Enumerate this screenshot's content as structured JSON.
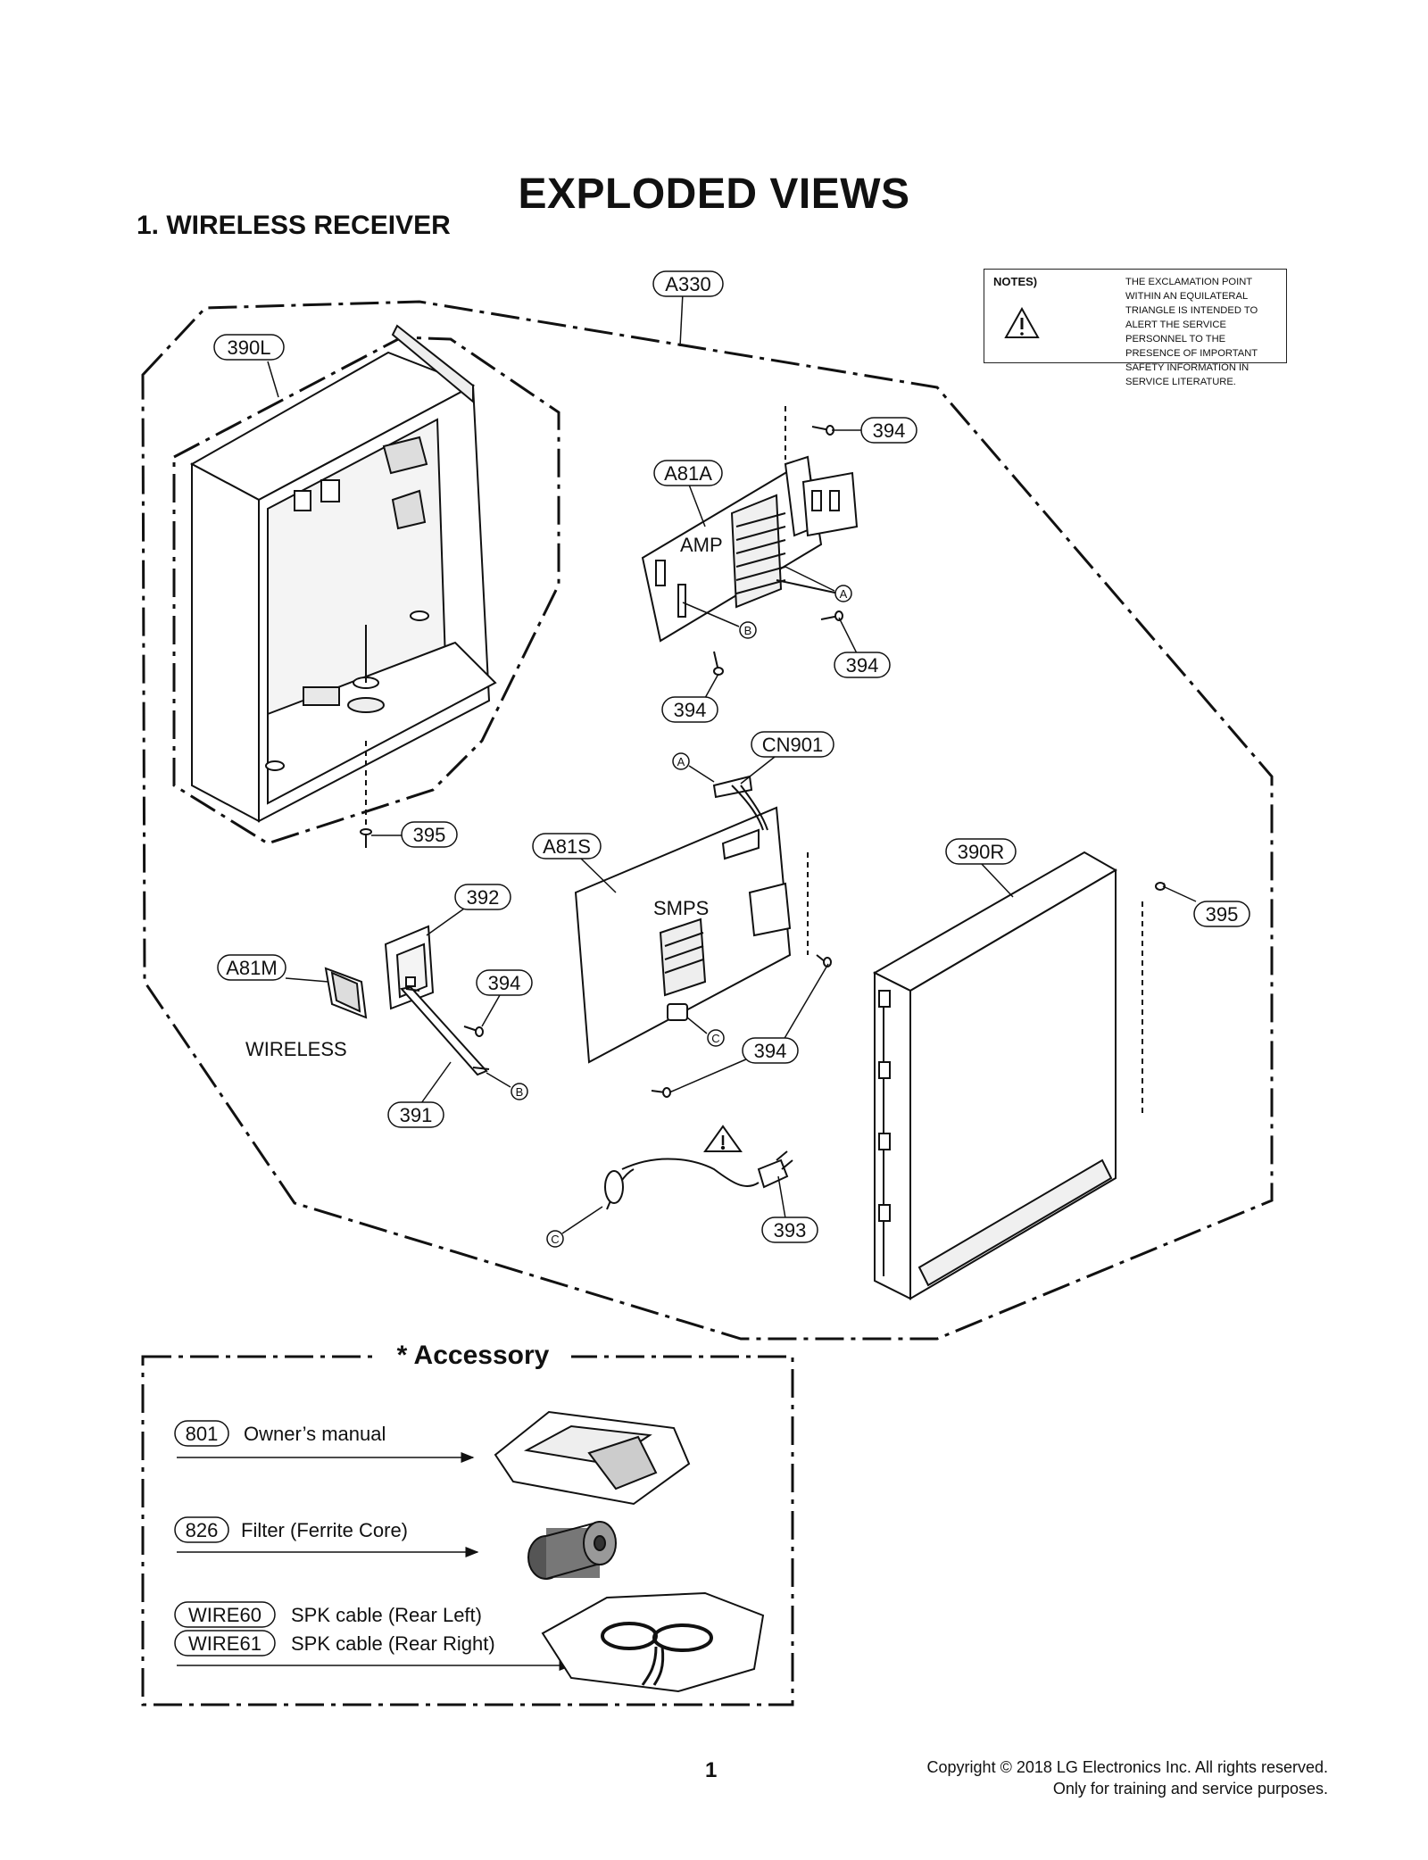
{
  "page": {
    "title": "EXPLODED VIEWS",
    "section": "1. WIRELESS RECEIVER"
  },
  "notes": {
    "label": "NOTES)",
    "text": "THE EXCLAMATION POINT WITHIN AN EQUILATERAL TRIANGLE IS INTENDED TO ALERT THE SERVICE PERSONNEL TO THE PRESENCE OF IMPORTANT SAFETY INFORMATION IN SERVICE LITERATURE."
  },
  "callouts": {
    "a330": "A330",
    "p390l": "390L",
    "p394_top": "394",
    "a81a": "A81A",
    "p394_right": "394",
    "p394_mid": "394",
    "cn901": "CN901",
    "p395_left": "395",
    "a81s": "A81S",
    "p390r": "390R",
    "p395_right": "395",
    "p392": "392",
    "a81m": "A81M",
    "p394_m": "394",
    "p394_low": "394",
    "p391": "391",
    "p393": "393"
  },
  "labels": {
    "amp": "AMP",
    "smps": "SMPS",
    "wireless": "WIRELESS"
  },
  "connectors": {
    "a": "A",
    "b": "B",
    "c": "C"
  },
  "accessory": {
    "title": "* Accessory",
    "items": [
      {
        "code": "801",
        "name": "Owner’s manual"
      },
      {
        "code": "826",
        "name": "Filter (Ferrite Core)"
      },
      {
        "code": "WIRE60",
        "name": "SPK cable (Rear Left)"
      },
      {
        "code": "WIRE61",
        "name": "SPK cable (Rear Right)"
      }
    ]
  },
  "footer": {
    "page_number": "1",
    "copyright_line1": "Copyright © 2018 LG Electronics Inc. All rights reserved.",
    "copyright_line2": "Only for training and service purposes."
  }
}
